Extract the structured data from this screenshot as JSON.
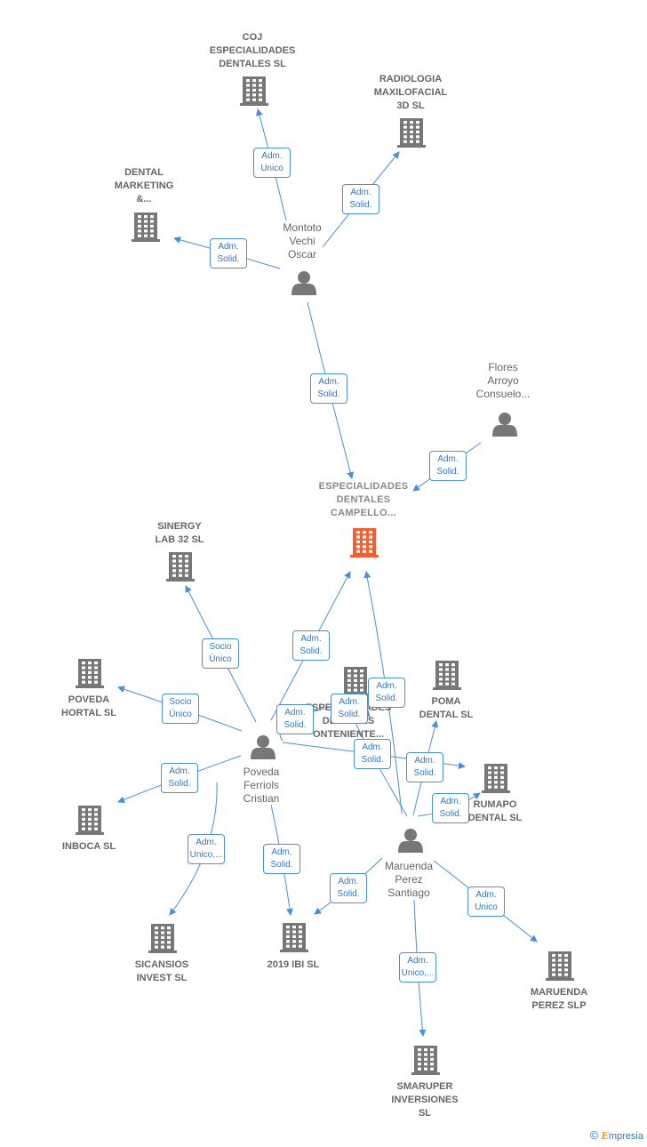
{
  "colors": {
    "edge": "#4a90d9",
    "building": "#777777",
    "main_building": "#f06030",
    "person": "#777777"
  },
  "nodes": {
    "coj": {
      "label": "COJ\nESPECIALIDADES\nDENTALES  SL",
      "icon": "building-icon"
    },
    "radiologia": {
      "label": "RADIOLOGIA\nMAXILOFACIAL\n3D SL",
      "icon": "building-icon"
    },
    "dental_mk": {
      "label": "DENTAL\nMARKETING\n&...",
      "icon": "building-icon"
    },
    "montoto": {
      "label": "Montoto\nVechi\nOscar",
      "icon": "person-icon"
    },
    "flores": {
      "label": "Flores\nArroyo\nConsuelo...",
      "icon": "person-icon"
    },
    "main": {
      "label": "ESPECIALIDADES\nDENTALES\nCAMPELLO...",
      "icon": "building-icon"
    },
    "sinergy": {
      "label": "SINERGY\nLAB 32  SL",
      "icon": "building-icon"
    },
    "poveda_h": {
      "label": "POVEDA\nHORTAL  SL",
      "icon": "building-icon"
    },
    "onteniente": {
      "label": "ESPECIALIDADES\nDENTALES\nONTENIENTE...",
      "icon": "building-icon"
    },
    "poma": {
      "label": "POMA\nDENTAL  SL",
      "icon": "building-icon"
    },
    "rumapo": {
      "label": "RUMAPO\nDENTAL  SL",
      "icon": "building-icon"
    },
    "poveda_f": {
      "label": "Poveda\nFerriols\nCristian",
      "icon": "person-icon"
    },
    "inboca": {
      "label": "INBOCA  SL",
      "icon": "building-icon"
    },
    "maruenda": {
      "label": "Maruenda\nPerez\nSantiago",
      "icon": "person-icon"
    },
    "sicansios": {
      "label": "SICANSIOS\nINVEST  SL",
      "icon": "building-icon"
    },
    "ibi": {
      "label": "2019 IBI  SL",
      "icon": "building-icon"
    },
    "maruenda_slp": {
      "label": "MARUENDA\nPEREZ  SLP",
      "icon": "building-icon"
    },
    "smaruper": {
      "label": "SMARUPER\nINVERSIONES\nSL",
      "icon": "building-icon"
    }
  },
  "edges": [
    {
      "from": "montoto",
      "to": "coj",
      "label": "Adm.\nUnico"
    },
    {
      "from": "montoto",
      "to": "radiologia",
      "label": "Adm.\nSolid."
    },
    {
      "from": "montoto",
      "to": "dental_mk",
      "label": "Adm.\nSolid."
    },
    {
      "from": "montoto",
      "to": "main",
      "label": "Adm.\nSolid."
    },
    {
      "from": "flores",
      "to": "main",
      "label": "Adm.\nSolid."
    },
    {
      "from": "poveda_f",
      "to": "sinergy",
      "label": "Socio\nÚnico"
    },
    {
      "from": "poveda_f",
      "to": "poveda_h",
      "label": "Socio\nÚnico"
    },
    {
      "from": "poveda_f",
      "to": "main",
      "label": "Adm.\nSolid."
    },
    {
      "from": "poveda_f",
      "to": "onteniente",
      "label": "Adm.\nSolid."
    },
    {
      "from": "poveda_f",
      "to": "rumapo",
      "label": "Adm.\nSolid."
    },
    {
      "from": "poveda_f",
      "to": "inboca",
      "label": "Adm.\nSolid."
    },
    {
      "from": "poveda_f",
      "to": "sicansios",
      "label": "Adm.\nUnico,..."
    },
    {
      "from": "poveda_f",
      "to": "ibi",
      "label": "Adm.\nSolid."
    },
    {
      "from": "maruenda",
      "to": "main",
      "label": "Adm.\nSolid."
    },
    {
      "from": "maruenda",
      "to": "onteniente",
      "label": "Adm.\nSolid."
    },
    {
      "from": "maruenda",
      "to": "poma",
      "label": "Adm.\nSolid."
    },
    {
      "from": "maruenda",
      "to": "rumapo",
      "label": "Adm.\nSolid."
    },
    {
      "from": "maruenda",
      "to": "ibi",
      "label": "Adm.\nSolid."
    },
    {
      "from": "maruenda",
      "to": "maruenda_slp",
      "label": "Adm.\nUnico"
    },
    {
      "from": "maruenda",
      "to": "smaruper",
      "label": "Adm.\nUnico,..."
    }
  ],
  "credit": {
    "symbol": "©",
    "brand_initial": "E",
    "brand_rest": "mpresia"
  }
}
